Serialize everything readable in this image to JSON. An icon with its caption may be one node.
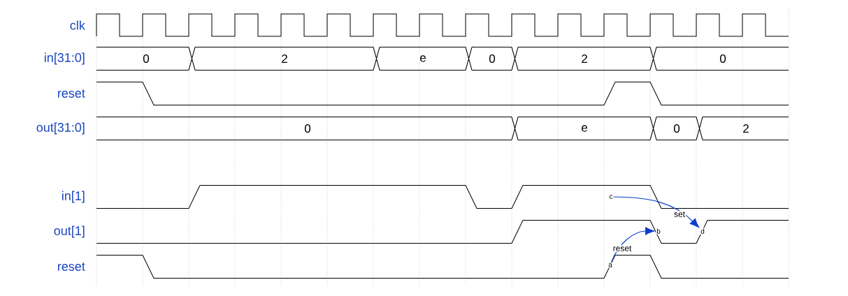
{
  "diagram": {
    "nodes": [
      {
        "text": [
          "a"
        ]
      },
      {
        "text": [
          "b"
        ]
      },
      {
        "text": [
          "c"
        ]
      },
      {
        "text": [
          "d"
        ]
      }
    ],
    "edges": [
      {
        "from": 0,
        "to": 1,
        "arrow": "to",
        "label": "reset"
      },
      {
        "from": 2,
        "to": 3,
        "arrow": "to",
        "label": "set"
      }
    ],
    "labels": [
      "clk",
      "in[31:0]",
      "0",
      "2",
      "e",
      "0",
      "2",
      "0",
      "reset",
      "out[31:0]",
      "0",
      "e",
      "0",
      "2",
      "in[1]",
      "out[1]",
      "reset"
    ]
  }
}
